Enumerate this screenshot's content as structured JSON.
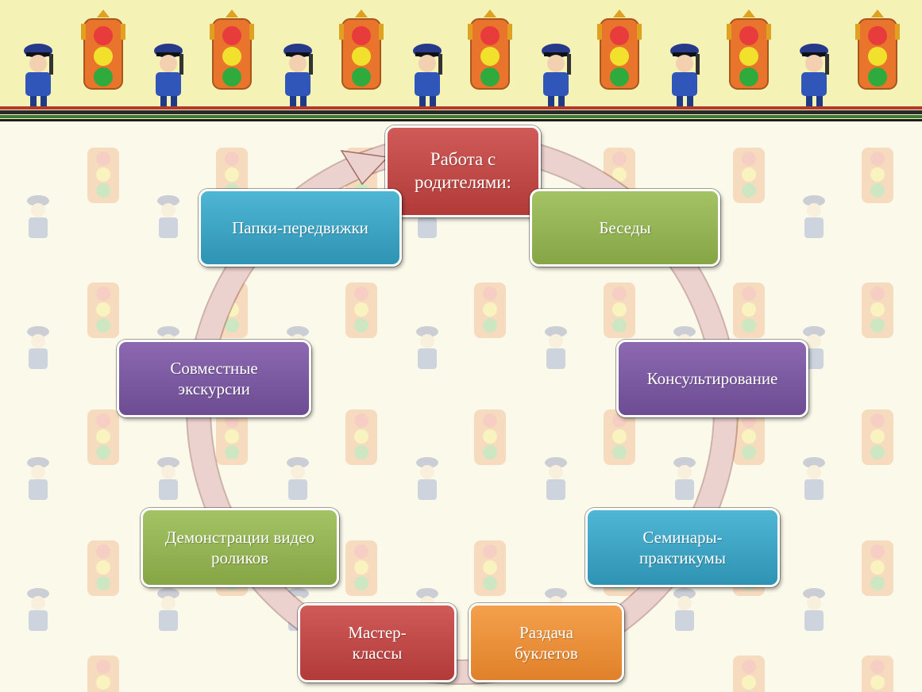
{
  "diagram": {
    "center_title": "Работа с родителями:",
    "items": [
      {
        "label": "Беседы"
      },
      {
        "label": "Консультирование"
      },
      {
        "label": "Семинары-практикумы"
      },
      {
        "label": "Раздача буклетов"
      },
      {
        "label": "Мастер-классы"
      },
      {
        "label": "Демонстрации видео роликов"
      },
      {
        "label": "Совместные экскурсии"
      },
      {
        "label": "Папки-передвижки"
      }
    ]
  },
  "colors": {
    "banner_bg": "#f4f2b4",
    "page_bg": "#fbf9ea",
    "cycle_arrow": "#e8c9c6",
    "red": "#c04a48",
    "green": "#93b352",
    "purple": "#7b5aa0",
    "teal": "#3aa3c4",
    "orange": "#ec8f3a"
  },
  "icons": [
    "traffic-light-icon",
    "police-officer-icon"
  ]
}
